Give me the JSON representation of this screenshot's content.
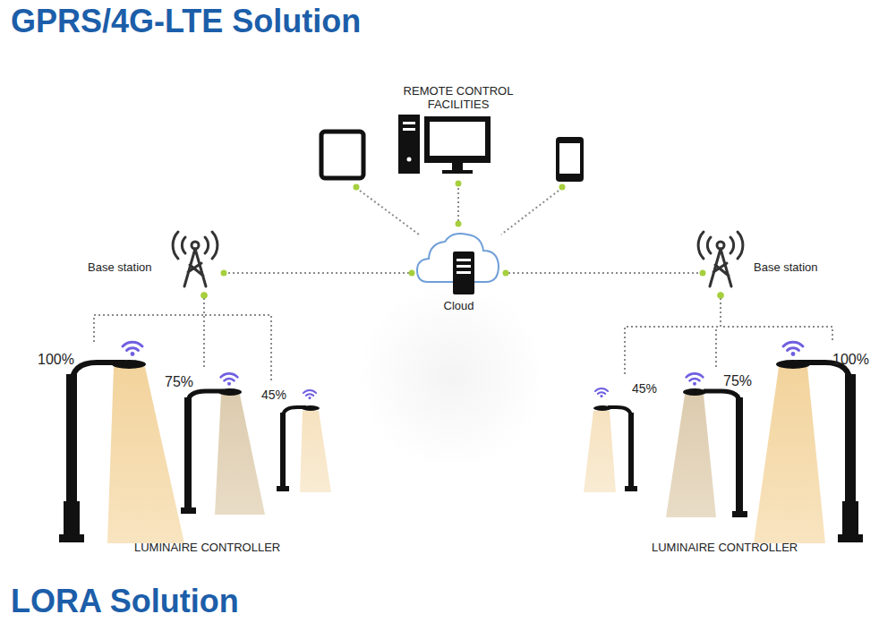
{
  "diagram": {
    "title": "GPRS/4G-LTE Solution",
    "nodes": [
      {
        "text": [
          "REMOTE CONTROL FACILITIES"
        ]
      },
      {
        "text": [
          "Base station"
        ]
      },
      {
        "text": [
          "Cloud"
        ]
      },
      {
        "text": [
          "Base station"
        ]
      },
      {
        "text": [
          "100%"
        ]
      },
      {
        "text": [
          "75%"
        ]
      },
      {
        "text": [
          "45%"
        ]
      },
      {
        "text": [
          "45%"
        ]
      },
      {
        "text": [
          "75%"
        ]
      },
      {
        "text": [
          "100%"
        ]
      }
    ],
    "edges": [
      {
        "from": 0,
        "to": 2,
        "arrow": "none"
      },
      {
        "from": 1,
        "to": 2,
        "arrow": "none"
      },
      {
        "from": 3,
        "to": 2,
        "arrow": "none"
      },
      {
        "from": 1,
        "to": 4,
        "arrow": "none"
      },
      {
        "from": 1,
        "to": 5,
        "arrow": "none"
      },
      {
        "from": 1,
        "to": 6,
        "arrow": "none"
      },
      {
        "from": 3,
        "to": 7,
        "arrow": "none"
      },
      {
        "from": 3,
        "to": 8,
        "arrow": "none"
      },
      {
        "from": 3,
        "to": 9,
        "arrow": "none"
      }
    ],
    "labels": [
      "LUMINAIRE CONTROLLER",
      "LUMINAIRE CONTROLLER",
      "LORA Solution"
    ]
  }
}
